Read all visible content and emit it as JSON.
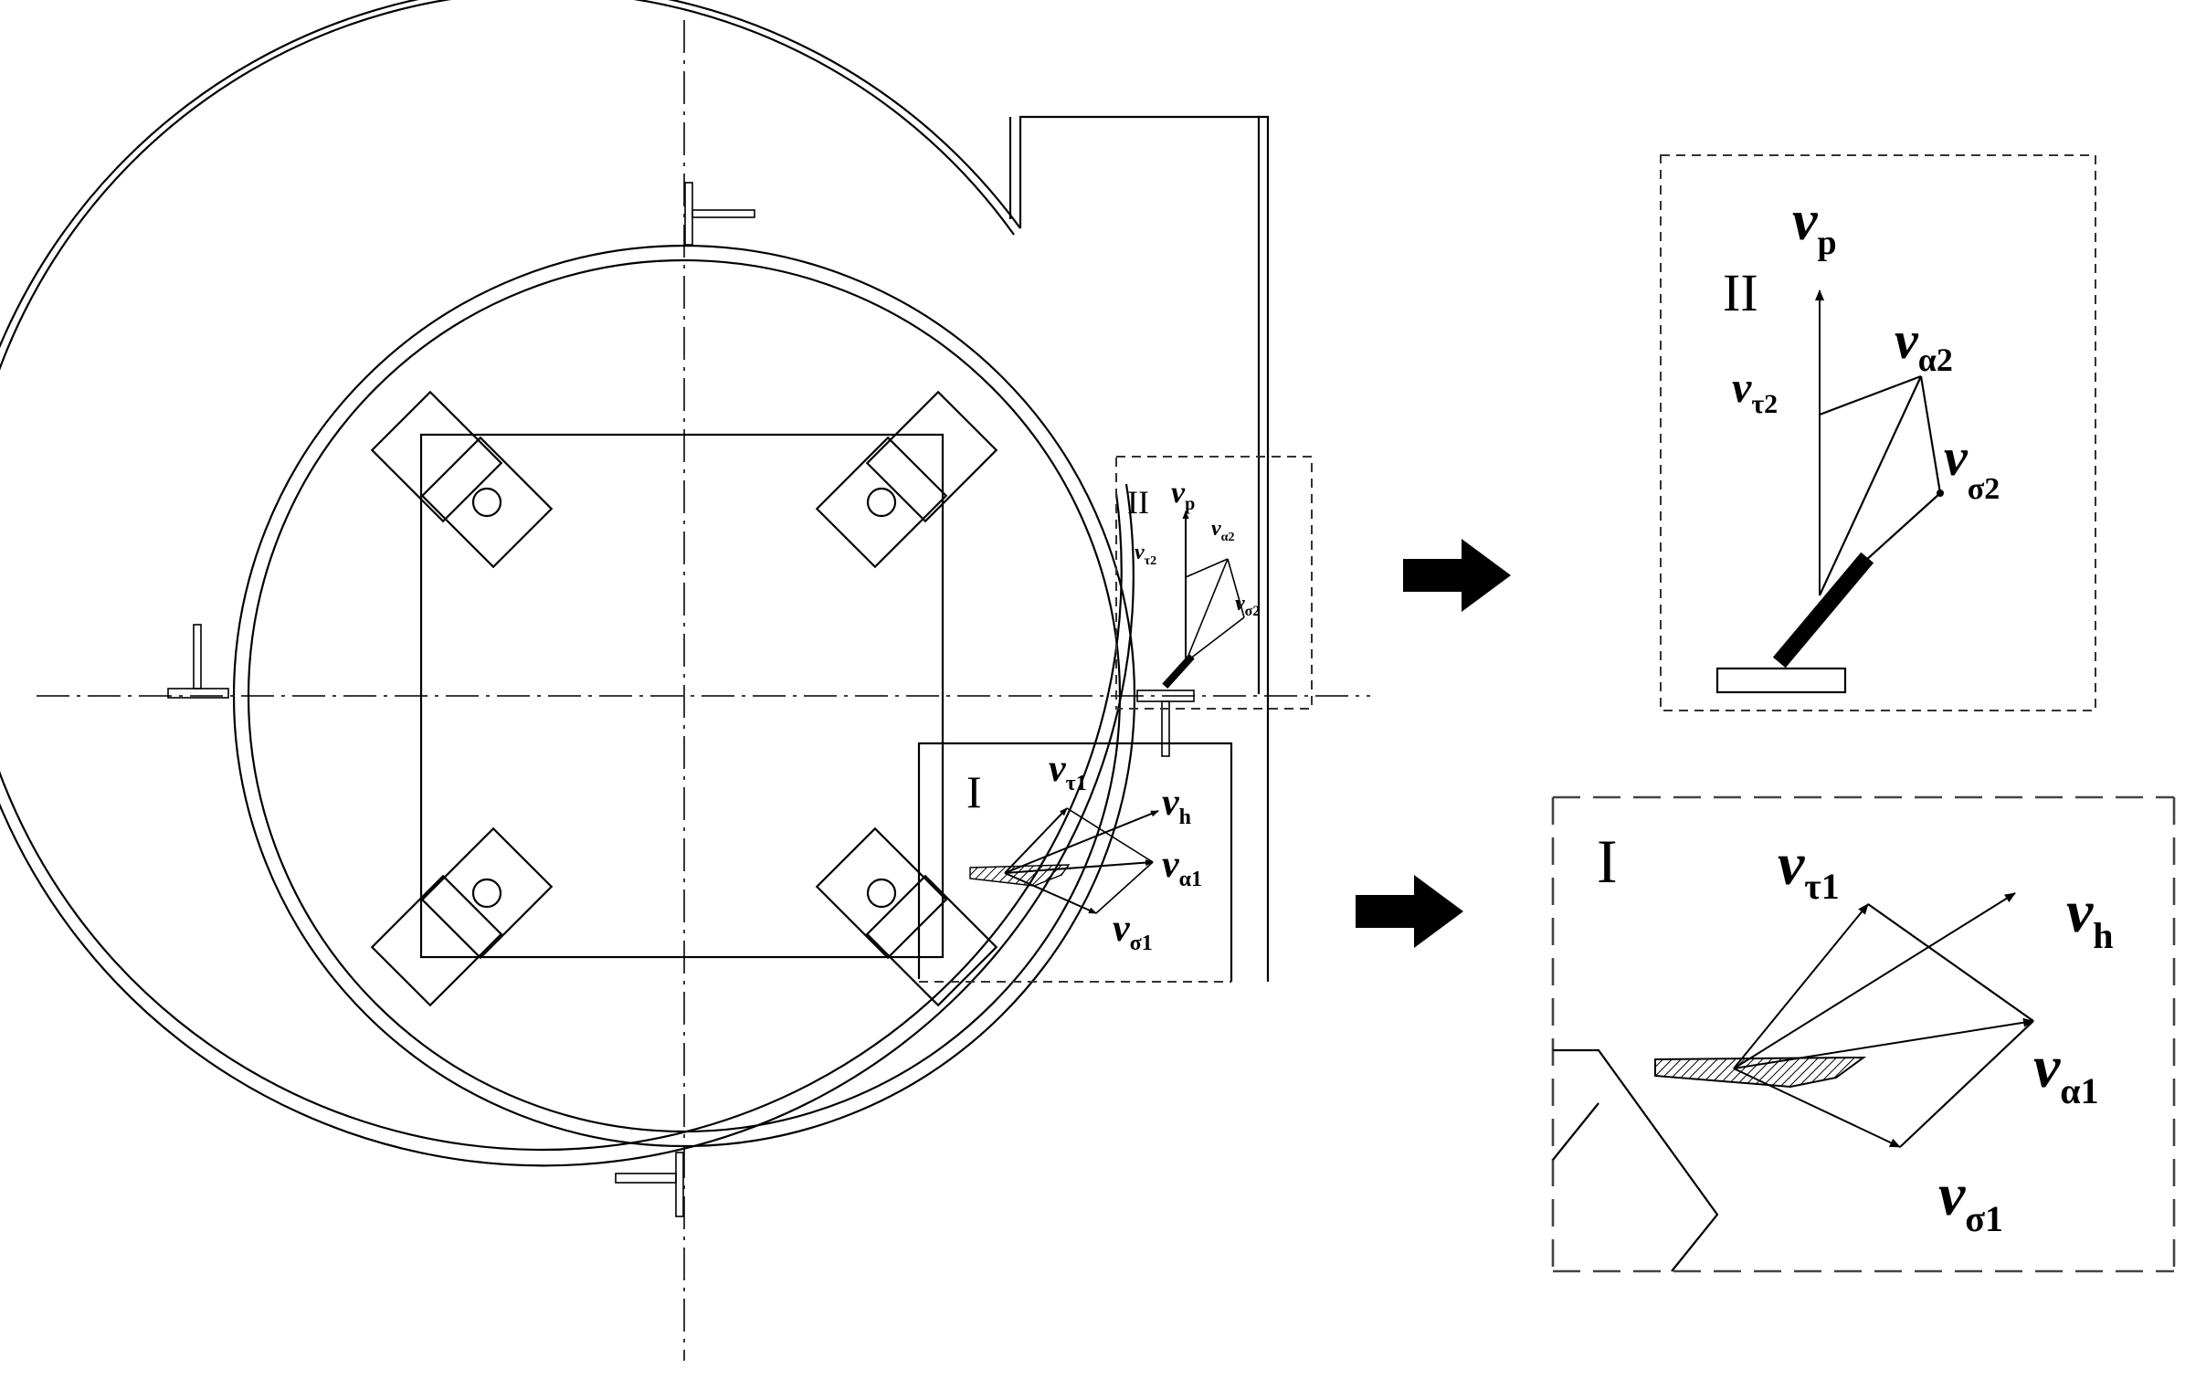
{
  "main": {
    "label": "I",
    "v_tau": {
      "v": "v",
      "sub": "τ1"
    },
    "v_h": {
      "v": "v",
      "sub": "h"
    },
    "v_alpha": {
      "v": "v",
      "sub": "α1"
    },
    "v_sigma": {
      "v": "v",
      "sub": "σ1"
    }
  },
  "region2": {
    "label": "II",
    "v_p": {
      "v": "v",
      "sub": "p"
    },
    "v_tau": {
      "v": "v",
      "sub": "τ2"
    },
    "v_alpha": {
      "v": "v",
      "sub": "α2"
    },
    "v_sigma": {
      "v": "v",
      "sub": "σ2"
    }
  },
  "detail2": {
    "label": "II",
    "v_p": {
      "v": "v",
      "sub": "p"
    },
    "v_tau": {
      "v": "v",
      "sub": "τ2"
    },
    "v_alpha": {
      "v": "v",
      "sub": "α2"
    },
    "v_sigma": {
      "v": "v",
      "sub": "σ2"
    }
  },
  "detail1": {
    "label": "I",
    "v_tau": {
      "v": "v",
      "sub": "τ1"
    },
    "v_h": {
      "v": "v",
      "sub": "h"
    },
    "v_alpha": {
      "v": "v",
      "sub": "α1"
    },
    "v_sigma": {
      "v": "v",
      "sub": "σ1"
    }
  },
  "colors": {
    "ink": "#000000",
    "background": "#ffffff"
  }
}
